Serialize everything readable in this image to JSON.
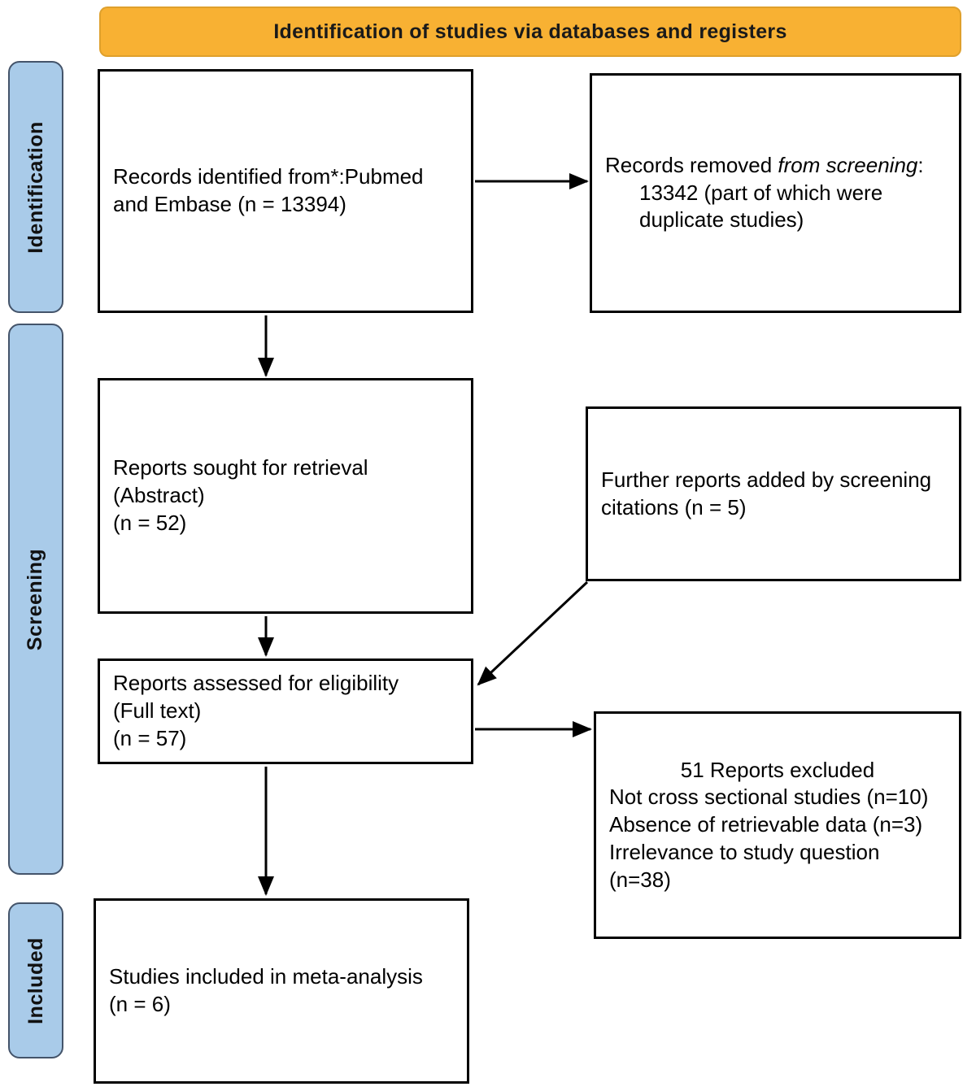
{
  "header": {
    "title": "Identification of studies via databases and registers"
  },
  "sidebar": {
    "identification": {
      "label": "Identification"
    },
    "screening": {
      "label": "Screening"
    },
    "included": {
      "label": "Included"
    }
  },
  "boxes": {
    "records_identified": {
      "lines": [
        "Records identified from*:Pubmed",
        "and Embase (n = 13394)"
      ]
    },
    "records_removed": {
      "prefix": "Records removed ",
      "italic": "from screening",
      "suffix": ":",
      "detail_lines": [
        "13342 (part of which were",
        "duplicate studies)"
      ]
    },
    "reports_sought": {
      "lines": [
        "Reports sought for retrieval",
        "(Abstract)",
        "(n = 52)"
      ]
    },
    "further_reports": {
      "lines": [
        "Further reports added by screening",
        "citations (n = 5)"
      ]
    },
    "reports_assessed": {
      "lines": [
        "Reports assessed for eligibility",
        "(Full text)",
        "(n = 57)"
      ]
    },
    "reports_excluded": {
      "title": "51 Reports excluded",
      "reasons": [
        "Not cross sectional studies (n=10)",
        "Absence of retrievable data (n=3)",
        "Irrelevance to study question",
        "(n=38)"
      ]
    },
    "studies_included": {
      "lines": [
        "Studies included in meta-analysis",
        "(n = 6)"
      ]
    }
  },
  "colors": {
    "header_fill": "#F8B133",
    "header_border": "#DFA02C",
    "sidebar_fill": "#A9CBE9",
    "sidebar_border": "#44546A",
    "box_border": "#000000",
    "arrow": "#000000",
    "text": "#000000"
  }
}
